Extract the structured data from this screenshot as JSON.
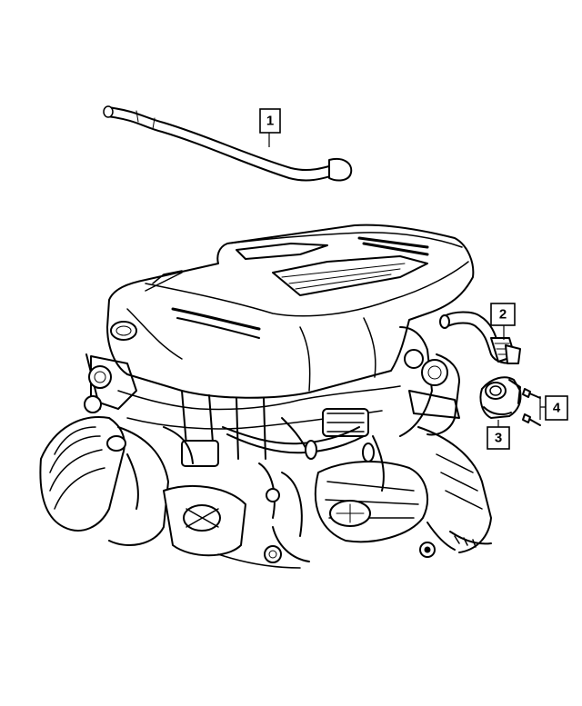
{
  "callouts": [
    {
      "id": "1",
      "label": "1"
    },
    {
      "id": "2",
      "label": "2"
    },
    {
      "id": "3",
      "label": "3"
    },
    {
      "id": "4",
      "label": "4"
    }
  ],
  "parts": [
    {
      "callout": "1",
      "name": "hose-tube-icon"
    },
    {
      "callout": "2",
      "name": "hose-fitting-icon"
    },
    {
      "callout": "3",
      "name": "valve-housing-icon"
    },
    {
      "callout": "4",
      "name": "bolt-icon"
    }
  ],
  "colors": {
    "line": "#000000",
    "background": "#ffffff"
  }
}
